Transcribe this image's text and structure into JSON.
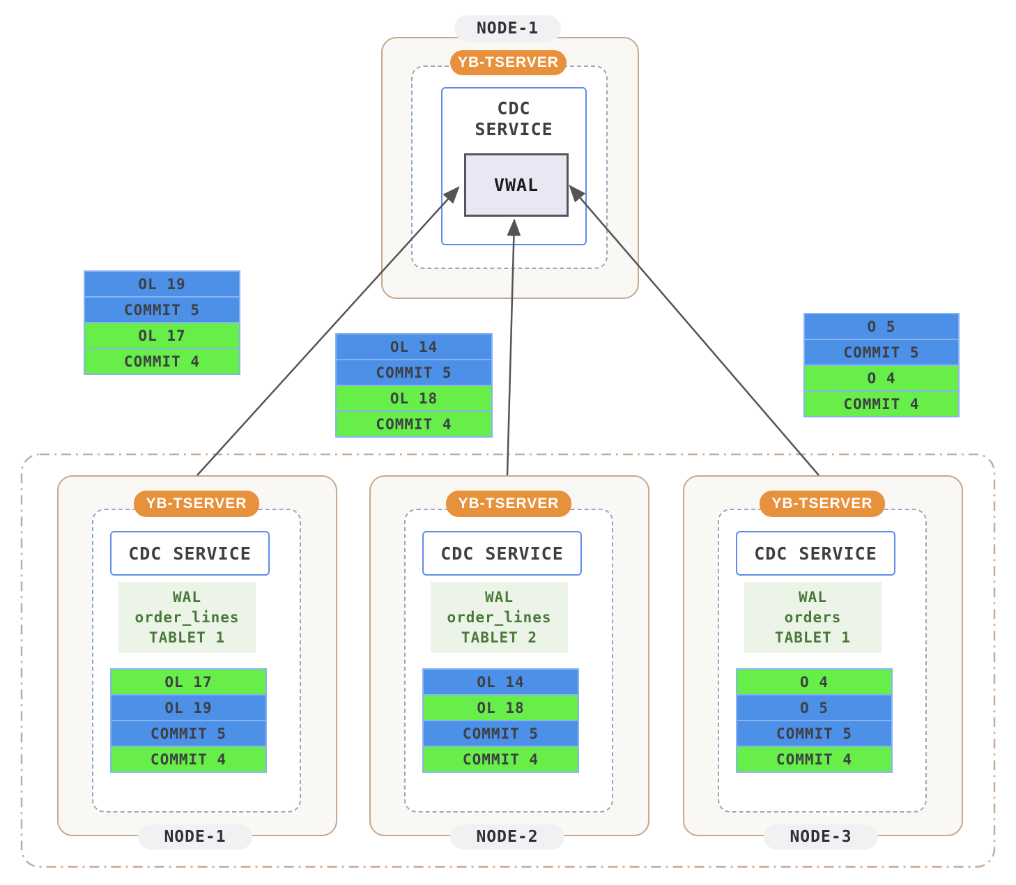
{
  "top_node": {
    "label": "NODE-1",
    "tserver_label": "YB-TSERVER",
    "cdc_line1": "CDC",
    "cdc_line2": "SERVICE",
    "vwal_label": "VWAL"
  },
  "floating_stacks": [
    {
      "rows": [
        {
          "text": "OL 19",
          "color": "blue"
        },
        {
          "text": "COMMIT 5",
          "color": "blue"
        },
        {
          "text": "OL 17",
          "color": "green"
        },
        {
          "text": "COMMIT 4",
          "color": "green"
        }
      ]
    },
    {
      "rows": [
        {
          "text": "OL 14",
          "color": "blue"
        },
        {
          "text": "COMMIT 5",
          "color": "blue"
        },
        {
          "text": "OL 18",
          "color": "green"
        },
        {
          "text": "COMMIT 4",
          "color": "green"
        }
      ]
    },
    {
      "rows": [
        {
          "text": "O 5",
          "color": "blue"
        },
        {
          "text": "COMMIT 5",
          "color": "blue"
        },
        {
          "text": "O 4",
          "color": "green"
        },
        {
          "text": "COMMIT 4",
          "color": "green"
        }
      ]
    }
  ],
  "bottom_nodes": [
    {
      "label": "NODE-1",
      "tserver_label": "YB-TSERVER",
      "cdc_label": "CDC SERVICE",
      "wal_lines": [
        "WAL",
        "order_lines",
        "TABLET 1"
      ],
      "rows": [
        {
          "text": "OL 17",
          "color": "green"
        },
        {
          "text": "OL 19",
          "color": "blue"
        },
        {
          "text": "COMMIT 5",
          "color": "blue"
        },
        {
          "text": "COMMIT 4",
          "color": "green"
        }
      ]
    },
    {
      "label": "NODE-2",
      "tserver_label": "YB-TSERVER",
      "cdc_label": "CDC SERVICE",
      "wal_lines": [
        "WAL",
        "order_lines",
        "TABLET 2"
      ],
      "rows": [
        {
          "text": "OL 14",
          "color": "blue"
        },
        {
          "text": "OL 18",
          "color": "green"
        },
        {
          "text": "COMMIT 5",
          "color": "blue"
        },
        {
          "text": "COMMIT 4",
          "color": "green"
        }
      ]
    },
    {
      "label": "NODE-3",
      "tserver_label": "YB-TSERVER",
      "cdc_label": "CDC SERVICE",
      "wal_lines": [
        "WAL",
        "orders",
        "TABLET 1"
      ],
      "rows": [
        {
          "text": "O 4",
          "color": "green"
        },
        {
          "text": "O 5",
          "color": "blue"
        },
        {
          "text": "COMMIT 5",
          "color": "blue"
        },
        {
          "text": "COMMIT 4",
          "color": "green"
        }
      ]
    }
  ],
  "colors": {
    "record_blue": "#4d90e8",
    "record_green": "#67ee48",
    "record_border": "#88b3f3",
    "tserver_orange": "#e8913d",
    "node_border_tan": "#c6a88e",
    "node_fill": "#faf8f5",
    "dashed_border": "#93aabd",
    "cdc_border_blue": "#5b8cee",
    "vwal_fill": "#e8e8f5",
    "wal_title_fill": "#ecf4e7",
    "wal_title_text": "#49793a",
    "arrow_gray": "#545454"
  }
}
